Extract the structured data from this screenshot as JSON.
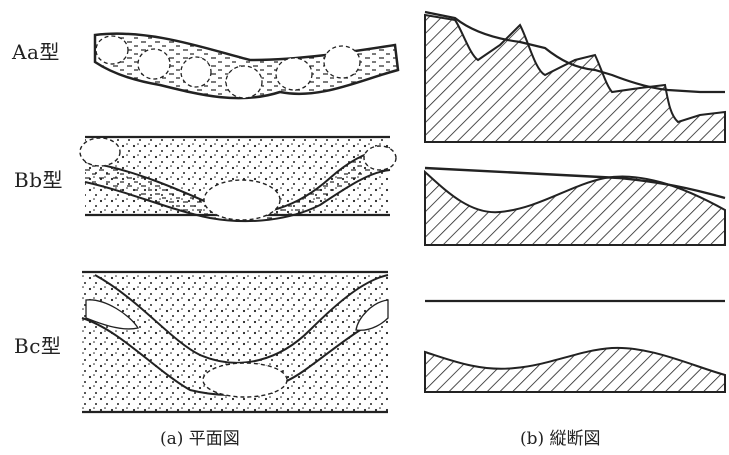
{
  "labels": {
    "aa": "Aa型",
    "bb": "Bb型",
    "bc": "Bc型"
  },
  "captions": {
    "plan": "(a) 平面図",
    "section": "(b) 縦断図"
  },
  "colors": {
    "ink": "#222222",
    "paper": "#ffffff"
  }
}
